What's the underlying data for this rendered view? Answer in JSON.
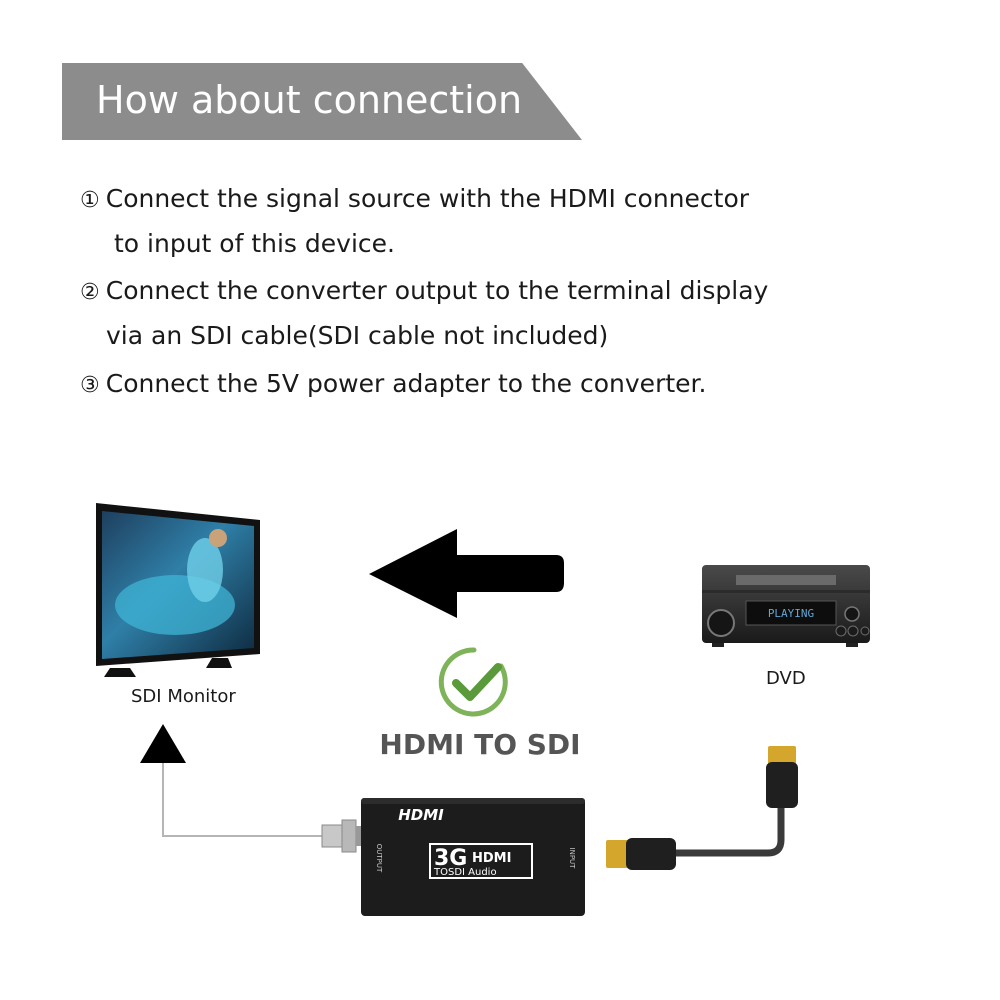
{
  "header": {
    "title": "How about connection"
  },
  "steps": [
    {
      "marker": "①",
      "lines": [
        "Connect the signal source with the HDMI connector",
        "to input of this device."
      ]
    },
    {
      "marker": "②",
      "lines": [
        "Connect the converter output to the terminal display",
        "via an SDI cable(SDI cable not included)"
      ]
    },
    {
      "marker": "③",
      "lines": [
        "Connect the 5V power adapter  to the converter."
      ]
    }
  ],
  "diagram": {
    "monitor_label": "SDI Monitor",
    "dvd_label": "DVD",
    "dvd_display_text": "PLAYING",
    "center_label": "HDMI TO SDI",
    "converter": {
      "brand": "HDMI",
      "model_big": "3G",
      "model_hdmi": "HDMI",
      "model_sub": "TOSDI Audio",
      "output_port": "OUTPUT",
      "input_port": "INPUT"
    },
    "colors": {
      "banner": "#8c8c8c",
      "check": "#5a9a3a",
      "arrow": "#000000",
      "converter": "#1c1c1c"
    }
  }
}
